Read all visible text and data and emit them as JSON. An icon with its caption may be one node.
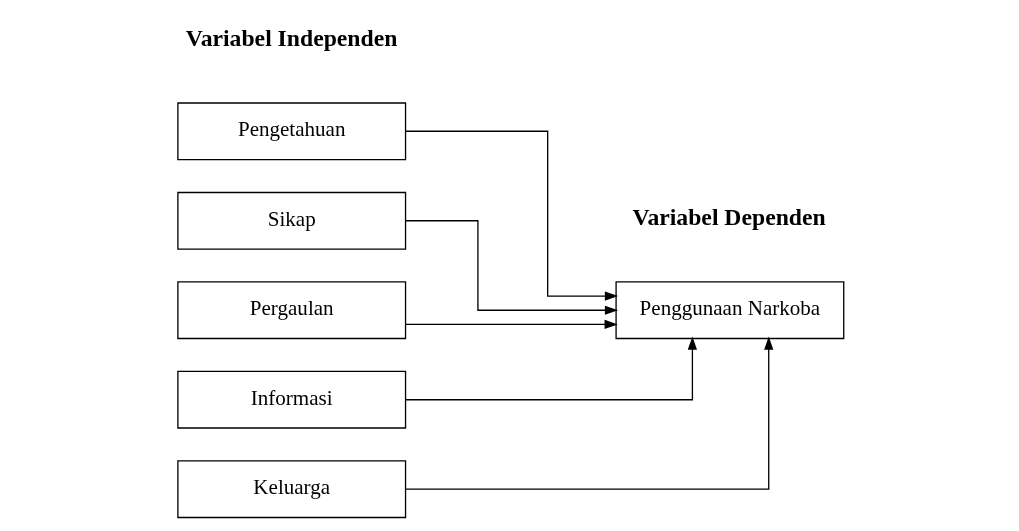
{
  "diagram": {
    "nodes": [
      {
        "text": [
          "Pengetahuan"
        ]
      },
      {
        "text": [
          "Sikap"
        ]
      },
      {
        "text": [
          "Pergaulan"
        ]
      },
      {
        "text": [
          "Informasi"
        ]
      },
      {
        "text": [
          "Keluarga"
        ]
      },
      {
        "text": [
          "Penggunaan Narkoba"
        ]
      }
    ],
    "edges": [
      {
        "from": 0,
        "to": 5,
        "arrow": "to"
      },
      {
        "from": 1,
        "to": 5,
        "arrow": "to"
      },
      {
        "from": 2,
        "to": 5,
        "arrow": "to"
      },
      {
        "from": 3,
        "to": 5,
        "arrow": "to"
      },
      {
        "from": 4,
        "to": 5,
        "arrow": "to"
      }
    ],
    "labels": [
      "Variabel Independen",
      "Variabel Dependen"
    ]
  }
}
